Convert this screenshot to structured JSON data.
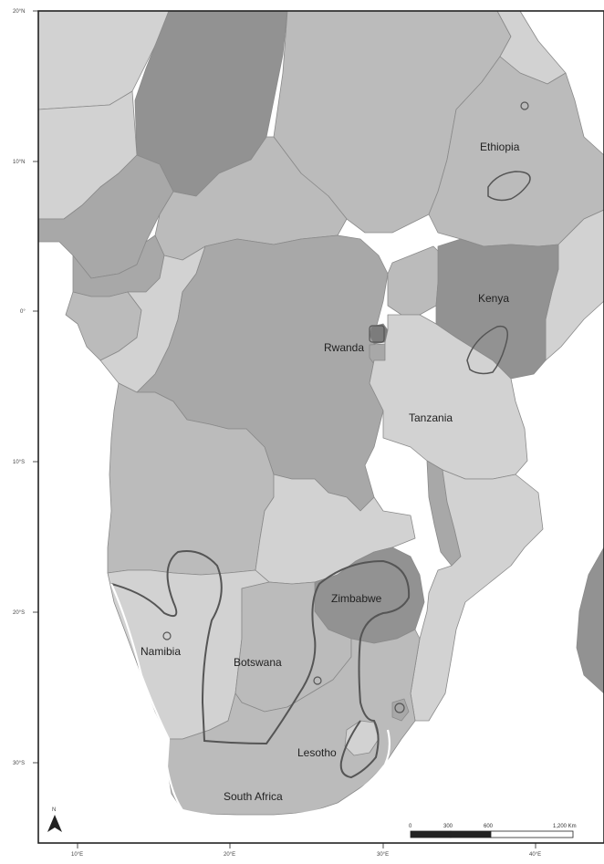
{
  "map": {
    "colors": {
      "ocean": "#ffffff",
      "light": "#d2d2d2",
      "medium": "#bbbbbb",
      "mediumDark": "#a8a8a8",
      "dark": "#929292",
      "darkest": "#7c7c7c",
      "border": "#8a8a8a",
      "range_outline": "#555555",
      "range_outline_white": "#ffffff",
      "frame": "#222222"
    },
    "country_labels": {
      "ethiopia": "Ethiopia",
      "kenya": "Kenya",
      "rwanda": "Rwanda",
      "tanzania": "Tanzania",
      "zimbabwe": "Zimbabwe",
      "namibia": "Namibia",
      "botswana": "Botswana",
      "lesotho": "Lesotho",
      "south_africa": "South Africa"
    },
    "latitude_labels": [
      "20°N",
      "10°N",
      "0°",
      "10°S",
      "20°S",
      "30°S"
    ],
    "longitude_labels": [
      "10°E",
      "20°E",
      "30°E",
      "40°E"
    ],
    "scale_bar": {
      "ticks": [
        "0",
        "300",
        "600",
        "1,200 Km"
      ]
    },
    "north_arrow": {
      "label": "N"
    }
  }
}
